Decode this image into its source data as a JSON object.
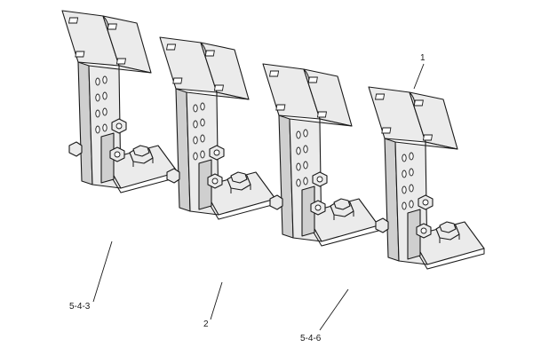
{
  "callouts": [
    {
      "id": "callout-1",
      "text": "1"
    },
    {
      "id": "callout-2",
      "text": "2"
    },
    {
      "id": "callout-543",
      "text": "5-4-3"
    },
    {
      "id": "callout-546",
      "text": "5-4-6"
    }
  ]
}
